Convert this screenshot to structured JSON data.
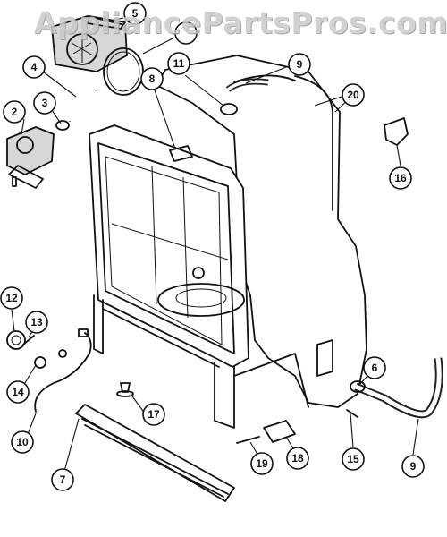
{
  "watermark": "AppliancePartsPros.com",
  "callouts": {
    "c2": "2",
    "c3": "3",
    "c4": "4",
    "c5": "5",
    "c6": "6",
    "c7": "7",
    "c8": "8",
    "c9a": "9",
    "c9b": "9",
    "c10": "10",
    "c11": "11",
    "c12": "12",
    "c13": "13",
    "c14": "14",
    "c15": "15",
    "c16": "16",
    "c17": "17",
    "c18": "18",
    "c19": "19",
    "c20": "20"
  }
}
